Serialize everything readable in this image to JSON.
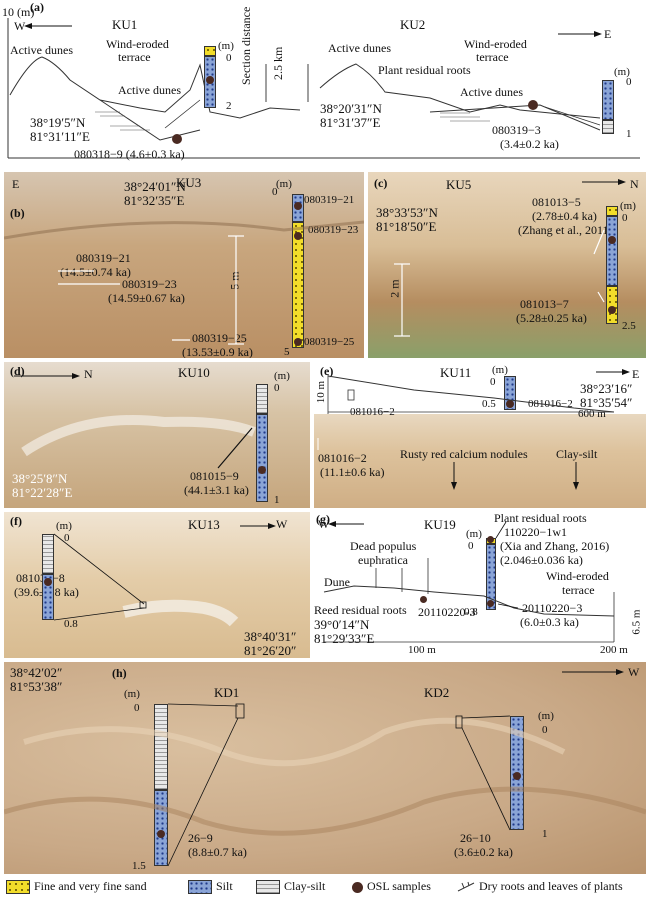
{
  "panel_a": {
    "letter": "(a)",
    "yaxis": "10 (m)",
    "ku1": {
      "site": "KU1",
      "dir": "W",
      "lbl_dunes1": "Active dunes",
      "lbl_terrace": "Wind-eroded",
      "lbl_terrace2": "terrace",
      "lbl_dunes2": "Active dunes",
      "lat": "38°19′5″N",
      "lon": "81°31′11″E",
      "sample": "080318−9 (4.6±0.3 ka)",
      "col_top": "0",
      "col_bottom": "2",
      "unit": "(m)"
    },
    "section_distance": "Section distance",
    "section_value": "2.5 km",
    "ku2": {
      "site": "KU2",
      "dir": "E",
      "lbl_dunes1": "Active dunes",
      "lbl_terrace": "Wind-eroded",
      "lbl_terrace2": "terrace",
      "lbl_roots": "Plant residual roots",
      "lbl_dunes2": "Active dunes",
      "lat": "38°20′31″N",
      "lon": "81°31′37″E",
      "sample_id": "080319−3",
      "sample_age": "(3.4±0.2 ka)",
      "col_top": "0",
      "col_bottom": "1",
      "unit": "(m)"
    }
  },
  "panel_b": {
    "letter": "(b)",
    "site": "KU3",
    "dir": "E",
    "lat": "38°24′01″N",
    "lon": "81°32′35″E",
    "s1": "080319−21",
    "s1_age": "(14.5±0.74 ka)",
    "s2": "080319−23",
    "s2_age": "(14.59±0.67 ka)",
    "s3": "080319−25",
    "s3_age": "(13.53±0.9 ka)",
    "scale": "5 m",
    "col_top": "0",
    "col_bottom": "5",
    "unit": "(m)",
    "c1": "080319−21",
    "c2": "080319−23",
    "c3": "080319−25"
  },
  "panel_c": {
    "letter": "(c)",
    "site": "KU5",
    "dir": "N",
    "lat": "38°33′53″N",
    "lon": "81°18′50″E",
    "s1": "081013−5",
    "s1_age": "(2.78±0.4 ka)",
    "s1_ref": "(Zhang et al., 2011)",
    "s2": "081013−7",
    "s2_age": "(5.28±0.25 ka)",
    "scale": "2 m",
    "col_top": "0",
    "col_bottom": "2.5",
    "unit": "(m)"
  },
  "panel_d": {
    "letter": "(d)",
    "site": "KU10",
    "dir": "N",
    "lat": "38°25′8″N",
    "lon": "81°22′28″E",
    "sample": "081015−9",
    "age": "(44.1±3.1 ka)",
    "col_top": "0",
    "col_bottom": "1",
    "unit": "(m)"
  },
  "panel_e": {
    "letter": "(e)",
    "site": "KU11",
    "dir": "E",
    "lat": "38°23′16″",
    "lon": "81°35′54″",
    "height": "10 m",
    "dist": "600 m",
    "s_left": "081016−2",
    "s_right": "081016−2",
    "col_top": "0",
    "col_mid": "0.5",
    "unit": "(m)",
    "sample": "081016−2",
    "age": "(11.1±0.6 ka)",
    "nodules": "Rusty red calcium nodules",
    "clay": "Clay-silt"
  },
  "panel_f": {
    "letter": "(f)",
    "site": "KU13",
    "dir": "W",
    "lat": "38°40′31″",
    "lon": "81°26′20″",
    "sample": "081030−8",
    "age": "(39.6±1.8 ka)",
    "col_top": "0",
    "col_bottom": "0.8",
    "unit": "(m)"
  },
  "panel_g": {
    "letter": "(g)",
    "site": "KU19",
    "dir": "W",
    "lbl_roots": "Plant residual roots",
    "ref_sample": "110220−1w1",
    "ref": "(Xia and Zhang, 2016)",
    "ref_age": "(2.046±0.036 ka)",
    "lbl_populus1": "Dead populus",
    "lbl_populus2": "euphratica",
    "lbl_dune": "Dune",
    "lbl_terrace1": "Wind-eroded",
    "lbl_terrace2": "terrace",
    "lbl_reed": "Reed residual roots",
    "lat": "39°0′14″N",
    "lon": "81°29′33″E",
    "s_left": "20110220-3",
    "s_right": "20110220−3",
    "s_age": "(6.0±0.3 ka)",
    "col_top": "0",
    "col_bottom": "0.8",
    "unit": "(m)",
    "height": "6.5 m",
    "d1": "100 m",
    "d2": "200 m"
  },
  "panel_h": {
    "letter": "(h)",
    "lat": "38°42′02″",
    "lon": "81°53′38″",
    "kd1": "KD1",
    "kd2": "KD2",
    "dir": "W",
    "s1": "26−9",
    "s1_age": "(8.8±0.7 ka)",
    "s2": "26−10",
    "s2_age": "(3.6±0.2 ka)",
    "c1_top": "0",
    "c1_bottom": "1.5",
    "c2_top": "0",
    "c2_bottom": "1",
    "unit": "(m)"
  },
  "legend": {
    "fine": "Fine and very fine sand",
    "silt": "Silt",
    "clay": "Clay-silt",
    "osl": "OSL samples",
    "roots": "Dry roots and leaves of plants"
  }
}
